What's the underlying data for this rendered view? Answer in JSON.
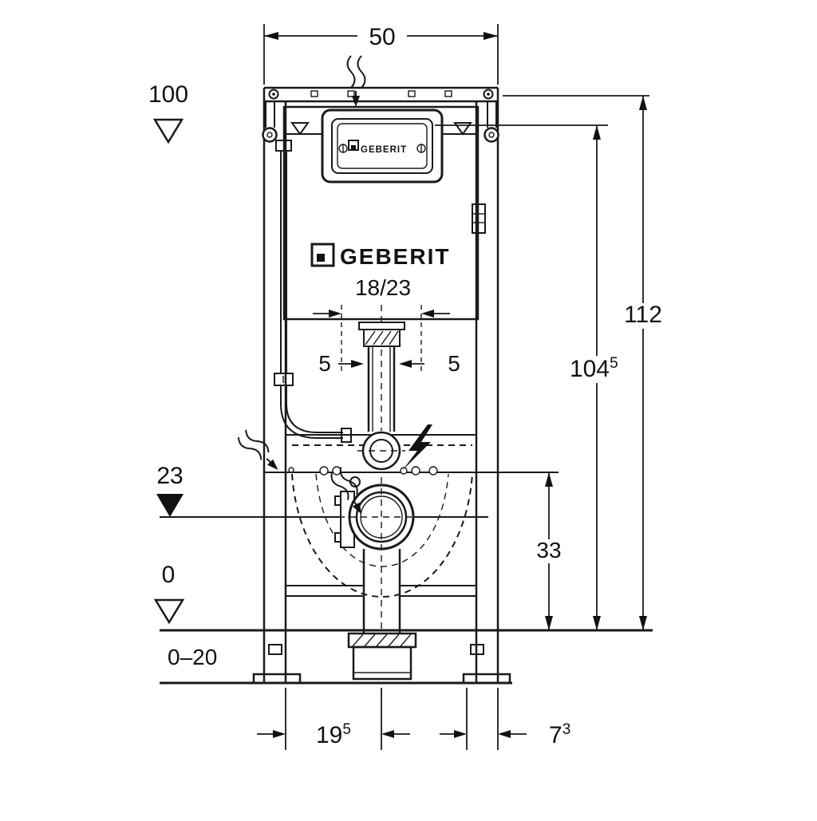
{
  "labels": {
    "width_top": "50",
    "level_100": "100",
    "height_112": "112",
    "height_104": {
      "base": "104",
      "sup": "5"
    },
    "offset_left": "5",
    "offset_right": "5",
    "level_23": "23",
    "height_33": "33",
    "level_0": "0",
    "floor_range": "0–20",
    "dim_19_5": {
      "base": "19",
      "sup": "5"
    },
    "dim_7_3": {
      "base": "7",
      "sup": "3"
    }
  },
  "product": {
    "size_label": "18/23"
  },
  "brand": {
    "plate_text": "GEBERIT",
    "cistern_text": "GEBERIT"
  },
  "icons": {
    "wavy_arrow": "wavy-arrow-icon",
    "lightning": "lightning-icon",
    "open_level_marker": "open-level-triangle-icon",
    "filled_level_marker": "filled-level-triangle-icon"
  },
  "colors": {
    "ink": "#1a1a1a",
    "background": "#ffffff"
  }
}
